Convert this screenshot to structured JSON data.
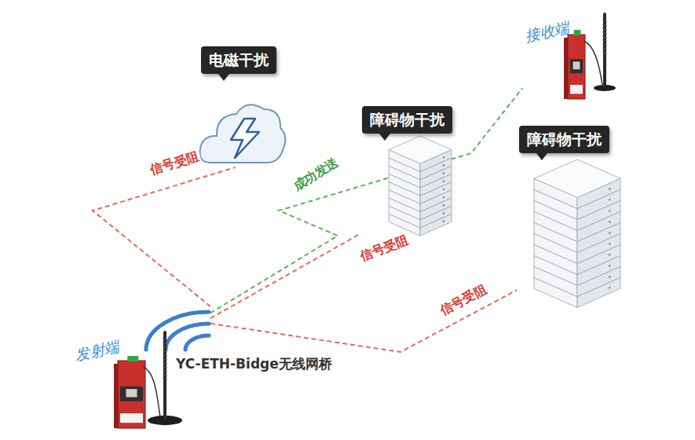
{
  "diagram": {
    "nodes": [
      {
        "text": [
          "接收端"
        ]
      },
      {
        "text": [
          "电磁干扰"
        ]
      },
      {
        "text": [
          "障碍物干扰"
        ]
      },
      {
        "text": [
          "障碍物干扰"
        ]
      },
      {
        "text": [
          "发射端"
        ]
      }
    ],
    "edges": [
      {
        "from": 4,
        "to": 1,
        "label": "信号受阻",
        "arrow": "none"
      },
      {
        "from": 4,
        "to": 0,
        "label": "成功发送",
        "arrow": "none"
      },
      {
        "from": 4,
        "to": 2,
        "label": "信号受阻",
        "arrow": "none"
      },
      {
        "from": 4,
        "to": 3,
        "label": "信号受阻",
        "arrow": "none"
      }
    ],
    "labels": [
      "YC-ETH-Bidge无线网桥"
    ]
  }
}
